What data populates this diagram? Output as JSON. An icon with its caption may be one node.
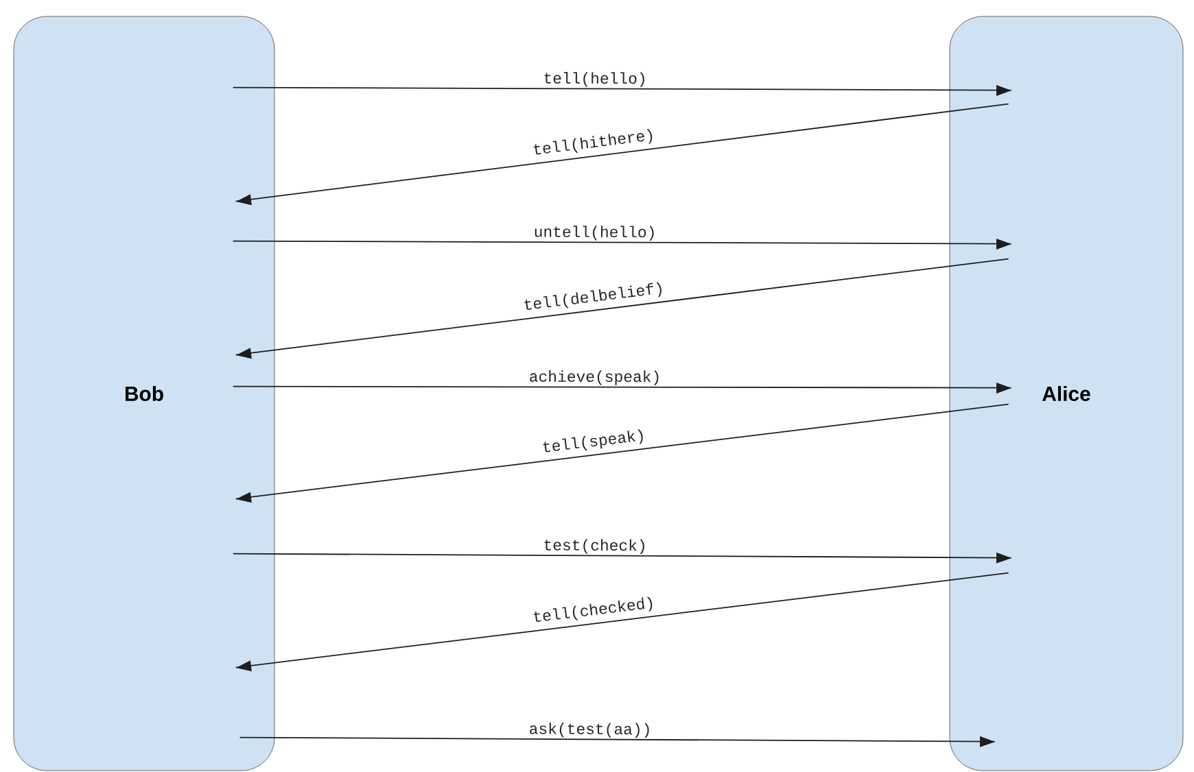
{
  "diagram": {
    "nodes": [
      {
        "text": [
          "Bob"
        ]
      },
      {
        "text": [
          "Alice"
        ]
      }
    ],
    "edges": [
      {
        "from": 0,
        "to": 1,
        "arrow": "to",
        "label": "tell(hello)"
      },
      {
        "from": 1,
        "to": 0,
        "arrow": "to",
        "label": "tell(hithere)"
      },
      {
        "from": 0,
        "to": 1,
        "arrow": "to",
        "label": "untell(hello)"
      },
      {
        "from": 1,
        "to": 0,
        "arrow": "to",
        "label": "tell(delbelief)"
      },
      {
        "from": 0,
        "to": 1,
        "arrow": "to",
        "label": "achieve(speak)"
      },
      {
        "from": 1,
        "to": 0,
        "arrow": "to",
        "label": "tell(speak)"
      },
      {
        "from": 0,
        "to": 1,
        "arrow": "to",
        "label": "test(check)"
      },
      {
        "from": 1,
        "to": 0,
        "arrow": "to",
        "label": "tell(checked)"
      },
      {
        "from": 0,
        "to": 1,
        "arrow": "to",
        "label": "ask(test(aa))"
      }
    ]
  }
}
